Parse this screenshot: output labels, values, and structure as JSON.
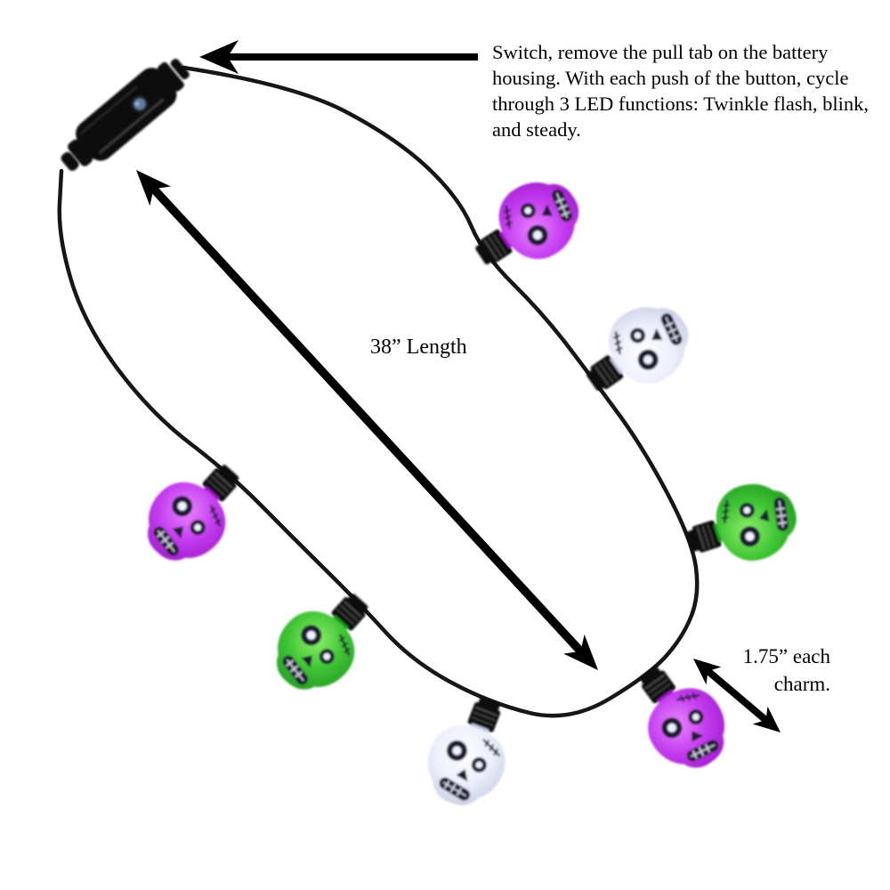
{
  "annotations": {
    "switch_note": "Switch, remove the pull tab on the battery housing. With each push of the button, cycle through 3 LED functions: Twinkle flash, blink, and steady.",
    "length_label": "38” Length",
    "charm_size_line1": "1.75” each",
    "charm_size_line2": "charm."
  },
  "necklace": {
    "charm_count": 7,
    "charm_order": [
      "purple",
      "white",
      "green",
      "purple",
      "white",
      "green",
      "purple"
    ],
    "cord_color": "#161616",
    "arrow_color": "#000000",
    "face_color": "#1c1c30",
    "teeth_color": "#e9ecf8",
    "eye_highlight_color": "#eef2ff",
    "battery_housing": {
      "body_color": "#0c0c0c",
      "button_color": "#5d7da0"
    },
    "charm_colors": {
      "purple": {
        "light": "#e984ff",
        "mid": "#c33df0",
        "dark": "#9a16c4"
      },
      "green": {
        "light": "#8ef06a",
        "mid": "#3ec434",
        "dark": "#1e9420"
      },
      "white": {
        "light": "#ffffff",
        "mid": "#edeffb",
        "dark": "#c2c8e0"
      }
    }
  }
}
